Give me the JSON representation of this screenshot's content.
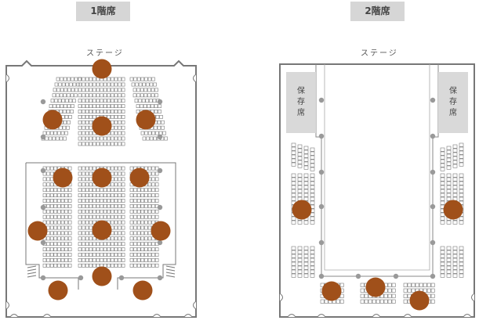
{
  "floor1": {
    "title": "1階席",
    "stage_label": "ステージ"
  },
  "floor2": {
    "title": "2階席",
    "stage_label": "ステージ",
    "reserved": [
      "保",
      "存",
      "席"
    ]
  },
  "colors": {
    "marker": "#a0501a",
    "grid": "#7a7a7a",
    "tag_bg": "#d6d6d6",
    "reserved_bg": "#d9d9d9"
  }
}
